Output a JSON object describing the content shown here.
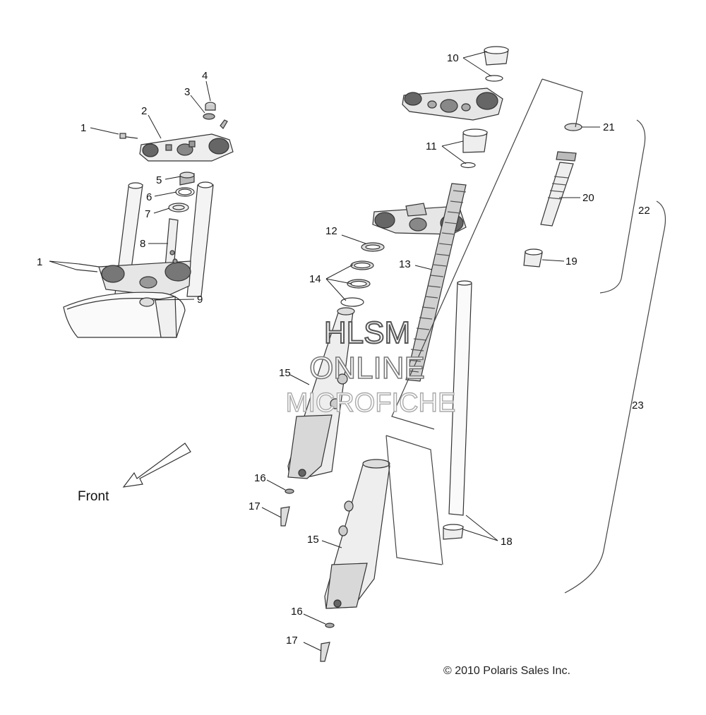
{
  "callouts": [
    "1",
    "2",
    "3",
    "4",
    "5",
    "6",
    "7",
    "8",
    "9",
    "10",
    "11",
    "12",
    "13",
    "14",
    "15",
    "16",
    "17",
    "18",
    "19",
    "20",
    "21",
    "22",
    "23"
  ],
  "front_label": "Front",
  "copyright": "© 2010 Polaris Sales Inc.",
  "watermark": {
    "line1": "HLSM",
    "line2": "ONLINE",
    "line3": "MICROFICHE"
  },
  "colors": {
    "line": "#333333",
    "part_fill": "#e8e8e8",
    "part_dark": "#555555"
  }
}
